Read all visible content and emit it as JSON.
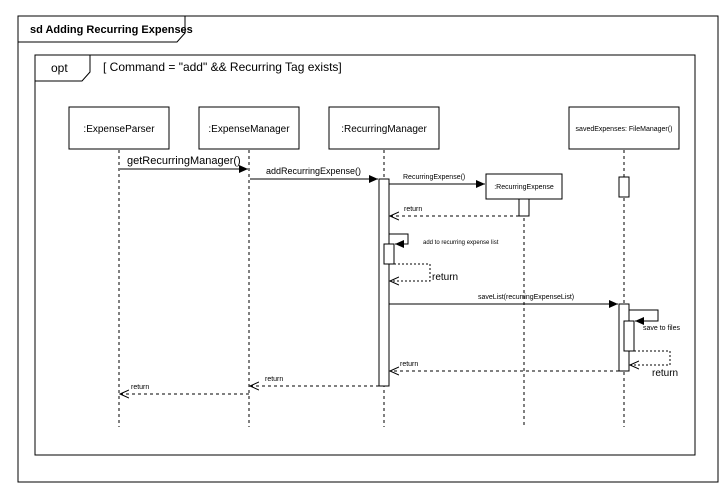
{
  "frame": {
    "title": "sd  Adding Recurring Expenses"
  },
  "fragment": {
    "operator": "opt",
    "guard": "[ Command = \"add\" && Recurring Tag exists]"
  },
  "lifelines": {
    "expense_parser": ":ExpenseParser",
    "expense_manager": ":ExpenseManager",
    "recurring_manager": ":RecurringManager",
    "recurring_expense": ":RecurringExpense",
    "file_manager": "savedExpenses: FileManager()"
  },
  "messages": {
    "get_recurring_manager": "getRecurringManager()",
    "add_recurring_expense": "addRecurringExpense()",
    "create_recurring_expense": "RecurringExpense()",
    "return_from_recurring_expense": "return",
    "self_add_to_list": "add to recurring expense list",
    "self_add_return": "return",
    "save_list": "saveList(recurringExpenseList)",
    "self_save_to_files": "save to files",
    "self_save_return": "return",
    "return_to_recurring_manager": "return",
    "return_to_expense_manager": "return",
    "return_to_expense_parser": "return"
  },
  "colors": {
    "stroke": "#000000",
    "background": "#ffffff"
  }
}
